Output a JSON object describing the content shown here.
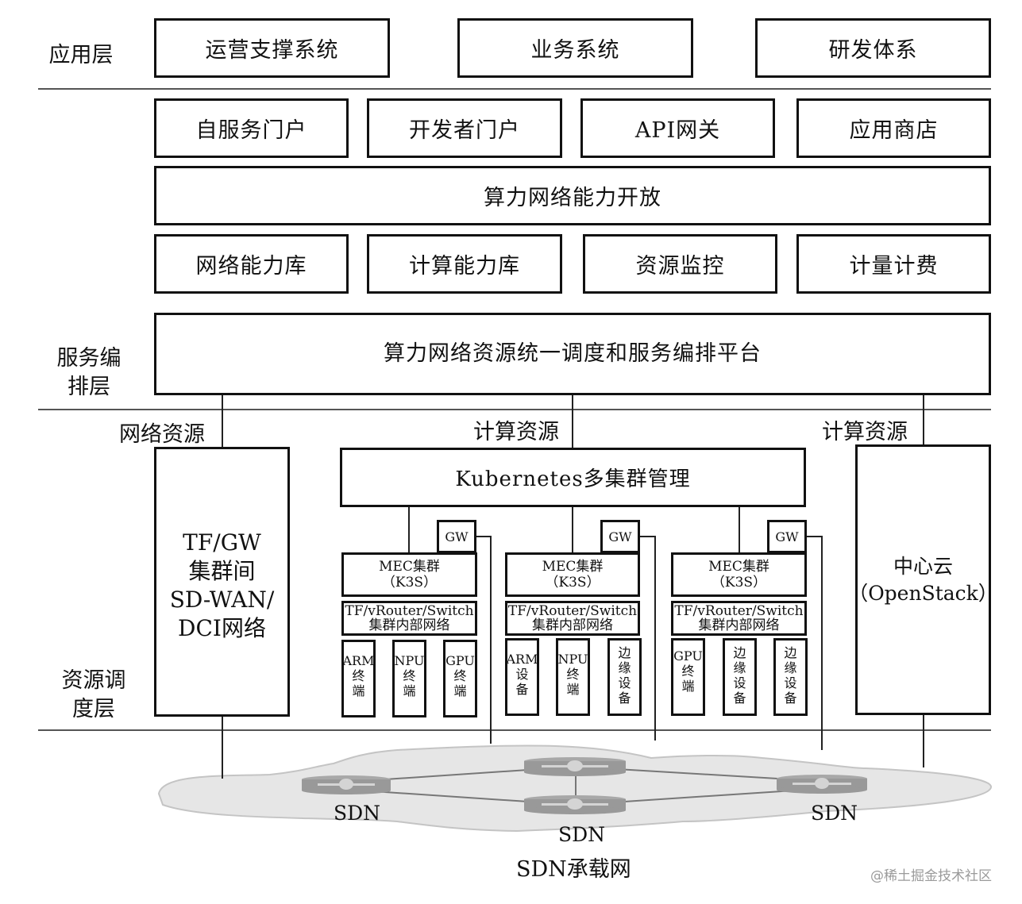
{
  "layers": {
    "application": "应用层",
    "service_orchestration": "服务编排层",
    "resource_scheduling": "资源调度层"
  },
  "application_layer": {
    "boxes": [
      "运营支撑系统",
      "业务系统",
      "研发体系"
    ]
  },
  "service_layer": {
    "portals": [
      "自服务门户",
      "开发者门户",
      "API网关",
      "应用商店"
    ],
    "capability_open": "算力网络能力开放",
    "libraries": [
      "网络能力库",
      "计算能力库",
      "资源监控",
      "计量计费"
    ],
    "platform": "算力网络资源统一调度和服务编排平台"
  },
  "resource_layer": {
    "section_labels": [
      "网络资源",
      "计算资源",
      "计算资源"
    ],
    "network_box": [
      "TF/GW",
      "集群间",
      "SD-WAN/",
      "DCI网络"
    ],
    "k8s": "Kubernetes多集群管理",
    "clusters": [
      {
        "gw": "GW",
        "mec": [
          "MEC集群",
          "（K3S）"
        ],
        "net": [
          "TF/vRouter/Switch",
          "集群内部网络"
        ],
        "devices": [
          {
            "en": "ARM",
            "zh": "终端"
          },
          {
            "en": "NPU",
            "zh": "终端"
          },
          {
            "en": "GPU",
            "zh": "终端"
          }
        ]
      },
      {
        "gw": "GW",
        "mec": [
          "MEC集群",
          "（K3S）"
        ],
        "net": [
          "TF/vRouter/Switch",
          "集群内部网络"
        ],
        "devices": [
          {
            "en": "ARM",
            "zh": "设备"
          },
          {
            "en": "NPU",
            "zh": "终端"
          },
          {
            "en": "",
            "zh": "边缘设备"
          }
        ]
      },
      {
        "gw": "GW",
        "mec": [
          "MEC集群",
          "（K3S）"
        ],
        "net": [
          "TF/vRouter/Switch",
          "集群内部网络"
        ],
        "devices": [
          {
            "en": "GPU",
            "zh": "终端"
          },
          {
            "en": "",
            "zh": "边缘设备"
          },
          {
            "en": "",
            "zh": "边缘设备"
          }
        ]
      }
    ],
    "center_cloud": [
      "中心云",
      "（OpenStack）"
    ]
  },
  "sdn_network": {
    "router_labels": [
      "SDN",
      "SDN",
      "SDN"
    ],
    "title": "SDN承载网"
  },
  "watermark": "@稀土掘金技术社区",
  "colors": {
    "line": "#111111",
    "cloud_fill": "#e6e6e6",
    "cloud_stroke": "#c4c4c4",
    "router": "#9a9a9a",
    "watermark": "#9a9a9a"
  }
}
